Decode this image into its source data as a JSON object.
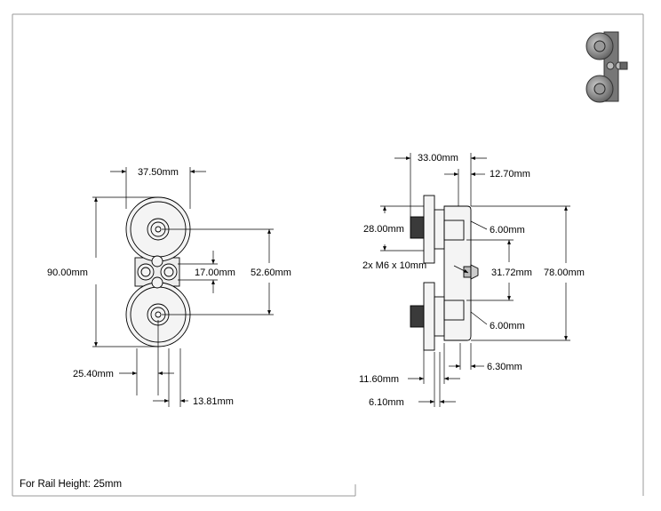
{
  "footer_note": "For Rail Height: 25mm",
  "front_view": {
    "width_top": "37.50mm",
    "overall_height": "90.00mm",
    "center_gap": "17.00mm",
    "wheel_center_spacing": "52.60mm",
    "offset_left": "25.40mm",
    "offset_right": "13.81mm"
  },
  "side_view": {
    "overall_depth": "33.00mm",
    "flange": "12.70mm",
    "wheel_width": "28.00mm",
    "plate_top": "6.00mm",
    "fastener": "2x M6 x 10mm",
    "hole_spacing": "31.72mm",
    "overall_height": "78.00mm",
    "plate_bottom": "6.00mm",
    "spacer": "11.60mm",
    "plate_thickness": "6.30mm",
    "axle": "6.10mm"
  },
  "colors": {
    "line": "#000000",
    "border": "#9a9a9a",
    "part_fill": "#f4f4f4"
  }
}
